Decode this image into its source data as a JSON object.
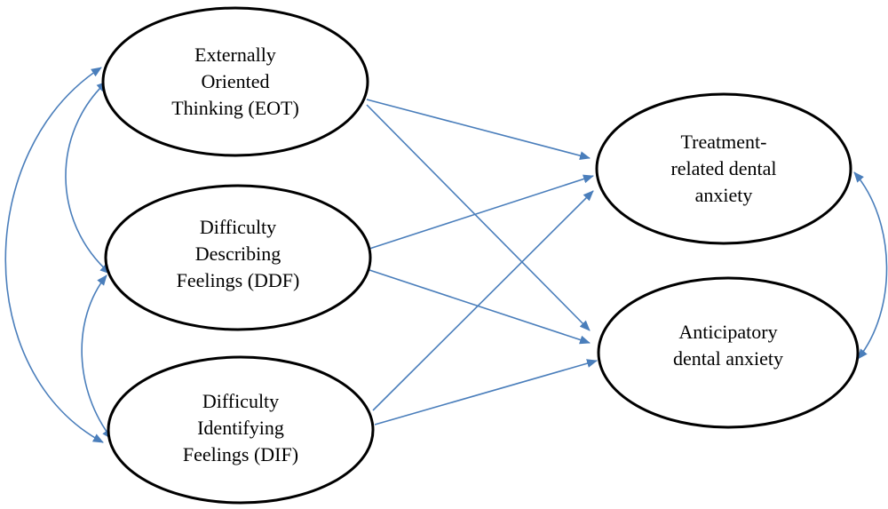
{
  "diagram": {
    "colors": {
      "arrow": "#4a7ebb",
      "outline": "#000000",
      "background": "#ffffff"
    },
    "nodes": {
      "eot": {
        "lines": [
          "Externally",
          "Oriented",
          "Thinking (EOT)"
        ]
      },
      "ddf": {
        "lines": [
          "Difficulty",
          "Describing",
          "Feelings (DDF)"
        ]
      },
      "dif": {
        "lines": [
          "Difficulty",
          "Identifying",
          "Feelings (DIF)"
        ]
      },
      "treatment": {
        "lines": [
          "Treatment-",
          "related dental",
          "anxiety"
        ]
      },
      "anticipatory": {
        "lines": [
          "Anticipatory",
          "dental anxiety"
        ]
      }
    },
    "paths": [
      {
        "from": "eot",
        "to": "treatment"
      },
      {
        "from": "eot",
        "to": "anticipatory"
      },
      {
        "from": "ddf",
        "to": "treatment"
      },
      {
        "from": "ddf",
        "to": "anticipatory"
      },
      {
        "from": "dif",
        "to": "treatment"
      },
      {
        "from": "dif",
        "to": "anticipatory"
      }
    ],
    "correlations": [
      {
        "between": [
          "eot",
          "ddf"
        ]
      },
      {
        "between": [
          "ddf",
          "dif"
        ]
      },
      {
        "between": [
          "eot",
          "dif"
        ]
      },
      {
        "between": [
          "treatment",
          "anticipatory"
        ]
      }
    ]
  }
}
